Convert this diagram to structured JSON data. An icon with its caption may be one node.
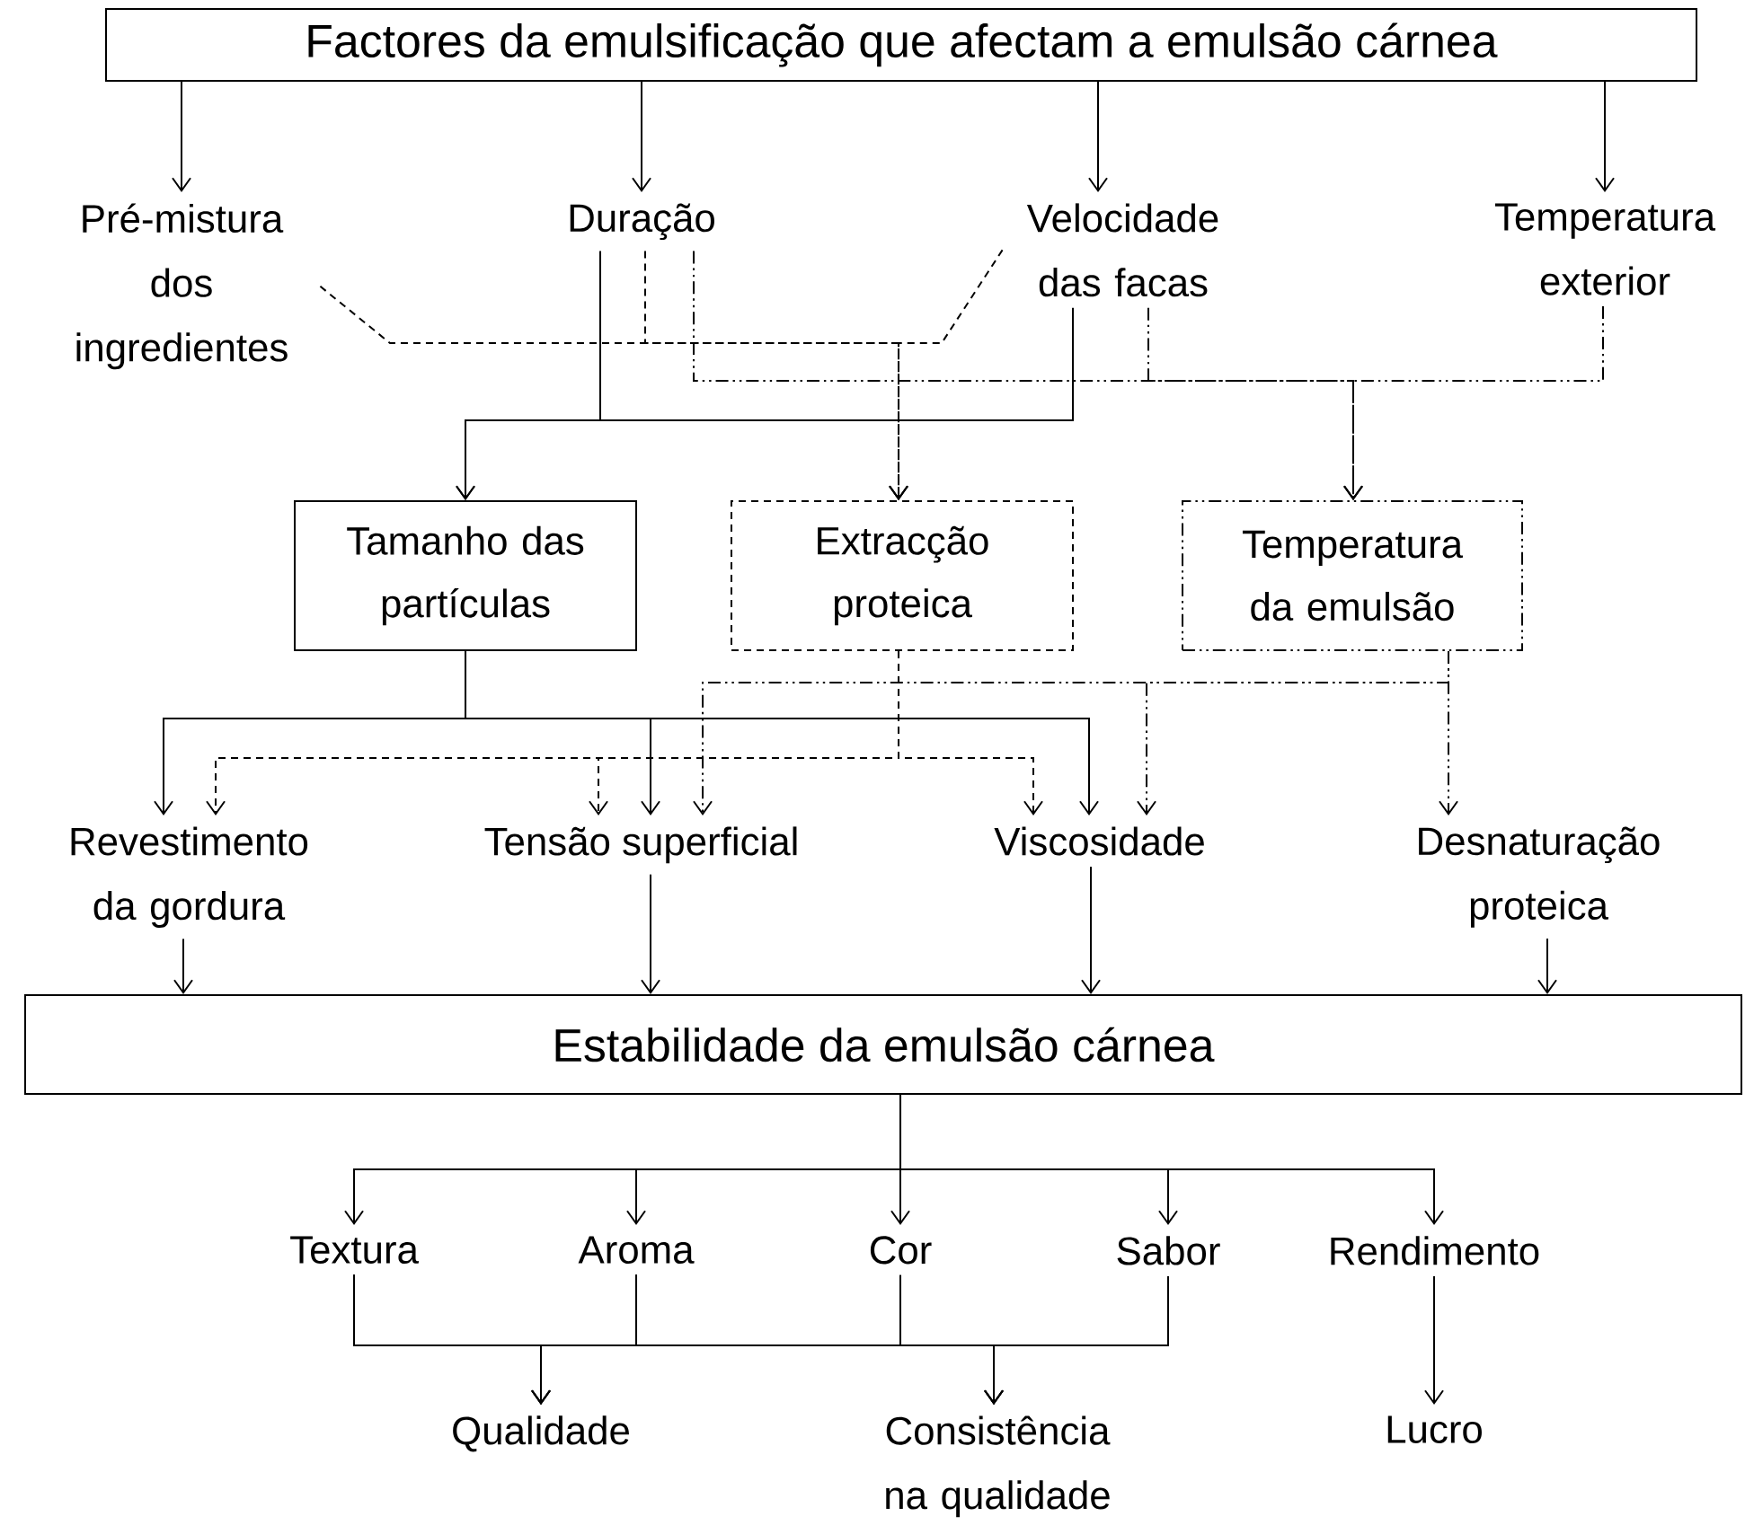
{
  "diagram": {
    "nodes": [
      {
        "text": [
          "Factores da emulsificação que afectam a emulsão cárnea"
        ]
      },
      {
        "text": [
          "Pré-mistura dos ingredientes"
        ]
      },
      {
        "text": [
          "Duração"
        ]
      },
      {
        "text": [
          "Velocidade das facas"
        ]
      },
      {
        "text": [
          "Temperatura exterior"
        ]
      },
      {
        "text": [
          "Tamanho das partículas"
        ]
      },
      {
        "text": [
          "Extracção proteica"
        ]
      },
      {
        "text": [
          "Temperatura da emulsão"
        ]
      },
      {
        "text": [
          "Revestimento da gordura"
        ]
      },
      {
        "text": [
          "Tensão superficial"
        ]
      },
      {
        "text": [
          "Viscosidade"
        ]
      },
      {
        "text": [
          "Desnaturação proteica"
        ]
      },
      {
        "text": [
          "Estabilidade da emulsão cárnea"
        ]
      },
      {
        "text": [
          "Textura"
        ]
      },
      {
        "text": [
          "Aroma"
        ]
      },
      {
        "text": [
          "Cor"
        ]
      },
      {
        "text": [
          "Sabor"
        ]
      },
      {
        "text": [
          "Rendimento"
        ]
      },
      {
        "text": [
          "Qualidade"
        ]
      },
      {
        "text": [
          "Consistência na qualidade"
        ]
      },
      {
        "text": [
          "Lucro"
        ]
      }
    ],
    "edges": [
      {
        "from": 0,
        "to": 1,
        "arrow": "to"
      },
      {
        "from": 0,
        "to": 2,
        "arrow": "to"
      },
      {
        "from": 0,
        "to": 3,
        "arrow": "to"
      },
      {
        "from": 0,
        "to": 4,
        "arrow": "to"
      },
      {
        "from": 2,
        "to": 5,
        "arrow": "to"
      },
      {
        "from": 3,
        "to": 5,
        "arrow": "to"
      },
      {
        "from": 1,
        "to": 6,
        "arrow": "to",
        "style": "dashed"
      },
      {
        "from": 2,
        "to": 6,
        "arrow": "to",
        "style": "dashed"
      },
      {
        "from": 3,
        "to": 6,
        "arrow": "to",
        "style": "dashed"
      },
      {
        "from": 2,
        "to": 7,
        "arrow": "to",
        "style": "dashed"
      },
      {
        "from": 3,
        "to": 7,
        "arrow": "to",
        "style": "dashed"
      },
      {
        "from": 4,
        "to": 7,
        "arrow": "to",
        "style": "dashed"
      },
      {
        "from": 5,
        "to": 8,
        "arrow": "to"
      },
      {
        "from": 5,
        "to": 9,
        "arrow": "to"
      },
      {
        "from": 5,
        "to": 10,
        "arrow": "to"
      },
      {
        "from": 6,
        "to": 8,
        "arrow": "to",
        "style": "dashed"
      },
      {
        "from": 6,
        "to": 9,
        "arrow": "to",
        "style": "dashed"
      },
      {
        "from": 6,
        "to": 10,
        "arrow": "to",
        "style": "dashed"
      },
      {
        "from": 7,
        "to": 9,
        "arrow": "to",
        "style": "dashed"
      },
      {
        "from": 7,
        "to": 10,
        "arrow": "to",
        "style": "dashed"
      },
      {
        "from": 7,
        "to": 11,
        "arrow": "to",
        "style": "dashed"
      },
      {
        "from": 8,
        "to": 12,
        "arrow": "to"
      },
      {
        "from": 9,
        "to": 12,
        "arrow": "to"
      },
      {
        "from": 10,
        "to": 12,
        "arrow": "to"
      },
      {
        "from": 11,
        "to": 12,
        "arrow": "to"
      },
      {
        "from": 12,
        "to": 13,
        "arrow": "to"
      },
      {
        "from": 12,
        "to": 14,
        "arrow": "to"
      },
      {
        "from": 12,
        "to": 15,
        "arrow": "to"
      },
      {
        "from": 12,
        "to": 16,
        "arrow": "to"
      },
      {
        "from": 12,
        "to": 17,
        "arrow": "to"
      },
      {
        "from": 13,
        "to": 18,
        "arrow": "to"
      },
      {
        "from": 14,
        "to": 18,
        "arrow": "to"
      },
      {
        "from": 15,
        "to": 18,
        "arrow": "to"
      },
      {
        "from": 16,
        "to": 18,
        "arrow": "to"
      },
      {
        "from": 13,
        "to": 19,
        "arrow": "to"
      },
      {
        "from": 14,
        "to": 19,
        "arrow": "to"
      },
      {
        "from": 15,
        "to": 19,
        "arrow": "to"
      },
      {
        "from": 16,
        "to": 19,
        "arrow": "to"
      },
      {
        "from": 17,
        "to": 20,
        "arrow": "to"
      }
    ]
  }
}
